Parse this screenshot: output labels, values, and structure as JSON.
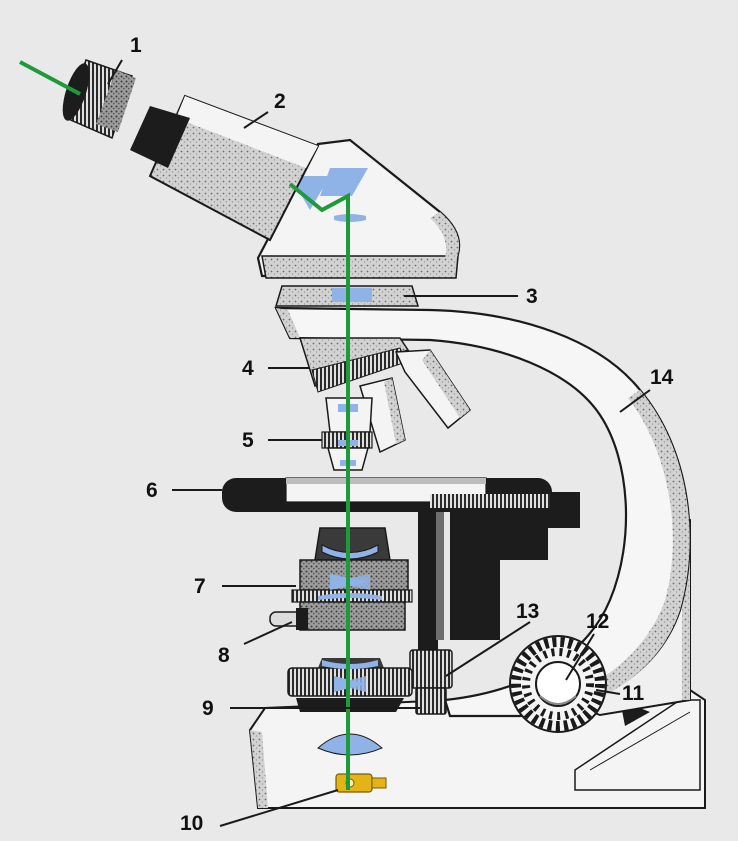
{
  "colors": {
    "background": "#e9e9e9",
    "body": "#f4f4f4",
    "outline": "#1a1a1a",
    "shadow": "#8a8a8a",
    "dark": "#1c1c1c",
    "light_path": "#1f9a3a",
    "lens": "#8fb3e6",
    "lamp": "#e3b418"
  },
  "callouts": [
    {
      "number": "1"
    },
    {
      "number": "2"
    },
    {
      "number": "3"
    },
    {
      "number": "4"
    },
    {
      "number": "5"
    },
    {
      "number": "6"
    },
    {
      "number": "7"
    },
    {
      "number": "8"
    },
    {
      "number": "9"
    },
    {
      "number": "10"
    },
    {
      "number": "11"
    },
    {
      "number": "12"
    },
    {
      "number": "13"
    },
    {
      "number": "14"
    }
  ]
}
